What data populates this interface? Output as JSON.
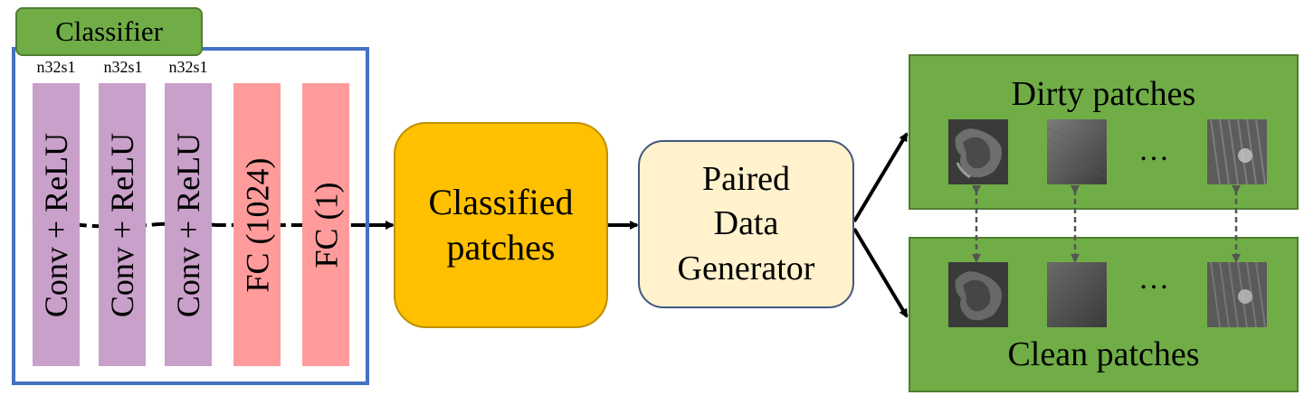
{
  "classifier": {
    "title": "Classifier",
    "layer_labels": [
      "n32s1",
      "n32s1",
      "n32s1"
    ],
    "layers": [
      "Conv + ReLU",
      "Conv + ReLU",
      "Conv + ReLU",
      "FC (1024)",
      "FC (1)"
    ]
  },
  "classified": {
    "line1": "Classified",
    "line2": "patches"
  },
  "generator": {
    "line1": "Paired",
    "line2": "Data",
    "line3": "Generator"
  },
  "dirty": {
    "title": "Dirty patches",
    "ellipsis": "…"
  },
  "clean": {
    "title": "Clean patches",
    "ellipsis": "…"
  },
  "colors": {
    "classifier_border": "#4472c4",
    "classifier_tab": "#70ad47",
    "conv_layer": "#c9a0c9",
    "fc_layer": "#ff9b9b",
    "classified_box": "#ffc000",
    "generator_box": "#fff2cc",
    "patch_panel": "#70ad47"
  }
}
